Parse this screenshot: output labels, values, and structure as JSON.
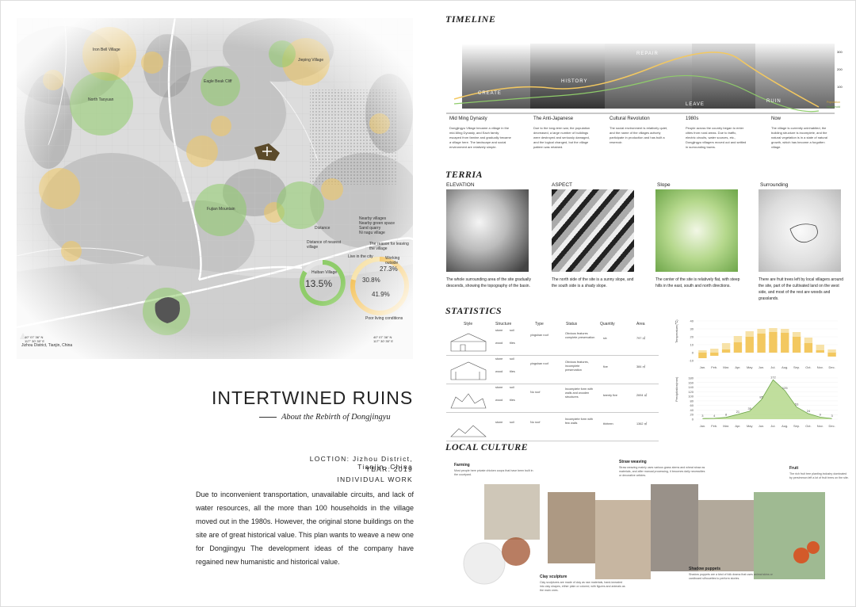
{
  "map": {
    "labels": {
      "iron_bell": "Iron Bell Village",
      "jieping": "Jieping Village",
      "north_taoyuan": "North Taoyuan",
      "eagle_beak": "Eagle Beak Cliff",
      "fujian_mountain": "Fujian Mountain",
      "huiban": "Huiban Village",
      "location": "Jizhou District, Tianjin, China",
      "legend_1": "Nearby villages",
      "legend_2": "Nearby green space",
      "legend_3": "Sand quarry",
      "legend_4": "Ni nagu village",
      "reason_leaving": "The reason for leaving the village",
      "live_in_city": "Live in the city",
      "working_outside": "Working outside",
      "poor_living": "Poor living conditions",
      "distance": "Distance",
      "ring_note": "Distance of nearest village"
    },
    "ring_green_value": "13.5%",
    "ring_orange_values": [
      "27.3%",
      "30.8%",
      "41.9%"
    ],
    "coords": [
      "40° 07' 36\" N",
      "117° 30' 35\" E"
    ],
    "coords2": [
      "40° 07' 36\" N",
      "117° 30' 35\" E"
    ]
  },
  "title": {
    "main": "INTERTWINED RUINS",
    "sub": "About the Rebirth of Dongjingyu"
  },
  "meta": {
    "location": "LOCTION: Jizhou District, Tianjin, China",
    "year": "YEAR:  2019",
    "work": "INDIVIDUAL WORK"
  },
  "description": "Due to inconvenient transportation, unavailable circuits, and lack of water resources, all the more than 100 households in the village moved out in the 1980s. However, the original stone buildings on the site are of great historical value. This plan wants to weave a new one for Dongjingyu The development ideas of the company have regained new humanistic and historical value.",
  "timeline": {
    "title": "TIMELINE",
    "words": [
      "CREATE",
      "HISTORY",
      "REPAIR",
      "LEAVE",
      "RUIN"
    ],
    "axis": [
      "300",
      "200",
      "100"
    ],
    "legend": [
      "Population",
      "Household"
    ],
    "eras": [
      {
        "name": "Mid Ming Dynasty",
        "text": "Dongjingyu Village became a village in the mid-Ming Dynasty, and Each family escaped from famine and gradually became a village here. The landscape and social environment are relatively simple."
      },
      {
        "name": "The Anti-Japanese",
        "text": "Due to the long-term war, the population decreased, a large number of buildings were destroyed and seriously damaged, and the logical changed, but the village pattern was retained."
      },
      {
        "name": "Cultural Revolution",
        "text": "The social environment is relatively quiet, and the name of the villages actively participate in production and has built a reservoir."
      },
      {
        "name": "1980s",
        "text": "People across the country began to enter cities from rural areas. Due to traffic, electric circuits, water sources, etc., Dongjingyu villagers moved out and settled in surrounding towns."
      },
      {
        "name": "Now",
        "text": "The village is currently uninhabited, the building structure is incomplete, and the natural vegetation is in a state of natural growth, which has become a forgotten village."
      }
    ]
  },
  "terria": {
    "title": "TERRIA",
    "items": [
      {
        "label": "ELEVATION",
        "text": "The whole surrounding area of the site gradually descends, showing the topography of the basin."
      },
      {
        "label": "ASPECT",
        "text": "The north side of the site is a sunny slope, and the south side is a shady slope."
      },
      {
        "label": "Slope",
        "text": "The center of the site is relatively flat, with steep hills in the east, south and north directions."
      },
      {
        "label": "Surrounding",
        "text": "There are fruit trees left by local villagers around the site, part of the cultivated land on the west side, and most of the rest are woods and grasslands."
      }
    ]
  },
  "statistics": {
    "title": "STATISTICS",
    "headers": [
      "Style",
      "Structure",
      "Type",
      "Status",
      "Quantity",
      "Area"
    ],
    "rows": [
      {
        "structure": [
          "stone",
          "soil",
          "wood",
          "tiles"
        ],
        "type": "yingshan roof",
        "status": "Obvious features complete preservation",
        "quantity": "six",
        "area": "797 ㎡"
      },
      {
        "structure": [
          "stone",
          "soil",
          "wood",
          "tiles"
        ],
        "type": "yingshan roof",
        "status": "Obvious features, incomplete preservation",
        "quantity": "five",
        "area": "384 ㎡"
      },
      {
        "structure": [
          "stone",
          "soil",
          "wood",
          "tiles"
        ],
        "type": "No roof",
        "status": "Incomplete form with walls and wooden structures",
        "quantity": "twenty five",
        "area": "2694 ㎡"
      },
      {
        "structure": [
          "stone",
          "soil"
        ],
        "type": "No roof",
        "status": "Incomplete form with few walls",
        "quantity": "thirteen",
        "area": "1362 ㎡"
      }
    ]
  },
  "charts": {
    "temp": {
      "type": "bar",
      "categories": [
        "Jan.",
        "Feb.",
        "Mar.",
        "Apr.",
        "May",
        "Jun.",
        "Jul.",
        "Aug.",
        "Sep.",
        "Oct.",
        "Nov.",
        "Dec."
      ],
      "series": [
        {
          "values": [
            -7,
            -4,
            4,
            13,
            20,
            24,
            26,
            25,
            20,
            12,
            3,
            -5
          ]
        },
        {
          "values": [
            3,
            5,
            12,
            21,
            27,
            30,
            31,
            30,
            26,
            19,
            10,
            4
          ]
        }
      ],
      "ylabel": "Temperature(℃)",
      "ylim": [
        -10,
        40
      ],
      "yticks": [
        "40",
        "30",
        "20",
        "10",
        "0",
        "-10"
      ]
    },
    "precip": {
      "type": "area",
      "categories": [
        "Jan.",
        "Feb.",
        "Mar.",
        "Apr.",
        "May",
        "Jun.",
        "Jul.",
        "Aug.",
        "Sep.",
        "Oct.",
        "Nov.",
        "Dec."
      ],
      "values": [
        3,
        4,
        8,
        21,
        35,
        85,
        172,
        125,
        53,
        24,
        9,
        3
      ],
      "labels": [
        "3",
        "4",
        "8",
        "21",
        "35",
        "85",
        "172",
        "125",
        "53",
        "24",
        "9",
        "3"
      ],
      "ylabel": "Precipitation(mm)",
      "ylim": [
        0,
        180
      ],
      "yticks": [
        "180",
        "160",
        "140",
        "120",
        "100",
        "80",
        "60",
        "40",
        "20",
        "0"
      ]
    }
  },
  "culture": {
    "title": "LOCAL CULTURE",
    "items": [
      {
        "label": "Farming",
        "text": "Most people here private chicken coops that have been built in the courtyard."
      },
      {
        "label": "Straw weaving",
        "text": "Straw weaving mainly uses various grass stems and wheat straw as materials, and after manual processing, it becomes daily necessities or decorative articles."
      },
      {
        "label": "Fruit",
        "text": "The rich fruit tree planting industry dominated by persimmon left a lot of fruit trees on the site."
      },
      {
        "label": "Clay sculpture",
        "text": "Clay sculptures are made of clay as raw materials, hand-kneaded into clay shapes, either plain or colored, with figures and animals as the main ones."
      },
      {
        "label": "Shadow puppets",
        "text": "Shadow puppets are a kind of folk drama that uses animal skins or cardboard silhouettes to perform stories."
      }
    ]
  }
}
